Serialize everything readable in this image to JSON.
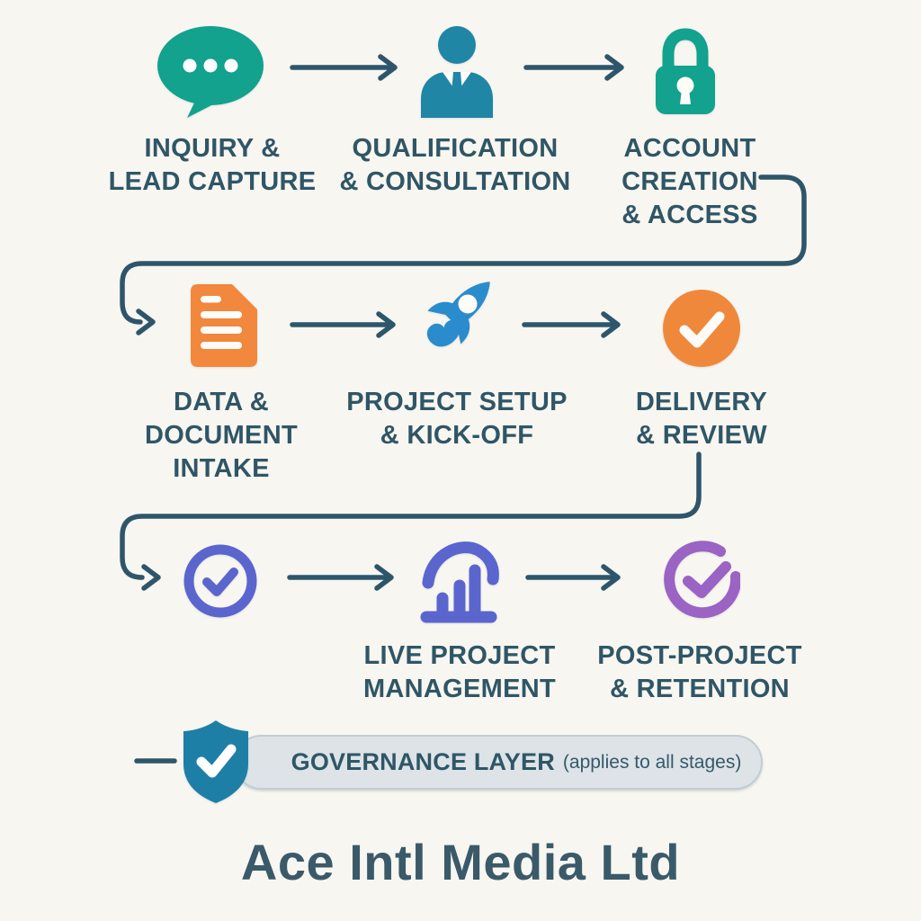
{
  "stages": [
    {
      "name": "inquiry-lead-capture",
      "icon": "chat-bubble-icon",
      "lines": [
        "INQUIRY &",
        "LEAD CAPTURE"
      ]
    },
    {
      "name": "qualification-consultation",
      "icon": "person-icon",
      "lines": [
        "QUALIFICATION",
        "& CONSULTATION"
      ]
    },
    {
      "name": "account-creation-access",
      "icon": "lock-icon",
      "lines": [
        "ACCOUNT",
        "CREATION",
        "& ACCESS"
      ]
    },
    {
      "name": "data-document-intake",
      "icon": "document-icon",
      "lines": [
        "DATA &",
        "DOCUMENT",
        "INTAKE"
      ]
    },
    {
      "name": "project-setup-kickoff",
      "icon": "rocket-icon",
      "lines": [
        "PROJECT SETUP",
        "& KICK-OFF"
      ]
    },
    {
      "name": "delivery-review",
      "icon": "check-circle-icon",
      "lines": [
        "DELIVERY",
        "& REVIEW"
      ]
    },
    {
      "name": "approval-checkpoint",
      "icon": "ring-check-icon",
      "lines": []
    },
    {
      "name": "live-project-management",
      "icon": "bar-chart-icon",
      "lines": [
        "LIVE PROJECT",
        "MANAGEMENT"
      ]
    },
    {
      "name": "post-project-retention",
      "icon": "cycle-check-icon",
      "lines": [
        "POST-PROJECT",
        "& RETENTION"
      ]
    }
  ],
  "governance": {
    "icon": "shield-check-icon",
    "title": "GOVERNANCE LAYER",
    "note": "(applies to all stages)"
  },
  "footer": {
    "company": "Ace Intl Media Ltd"
  },
  "colors": {
    "background": "#f8f6f1",
    "ink_text": "#2f5666",
    "connector": "#2d566b",
    "teal": "#12a28d",
    "person_blue": "#1f86a6",
    "orange": "#f0883c",
    "rocket_blue": "#2b8ccd",
    "indigo": "#5a66ce",
    "violet": "#9a63c4",
    "shield_blue": "#1e7fa6",
    "pill_background": "#dde3e7"
  }
}
